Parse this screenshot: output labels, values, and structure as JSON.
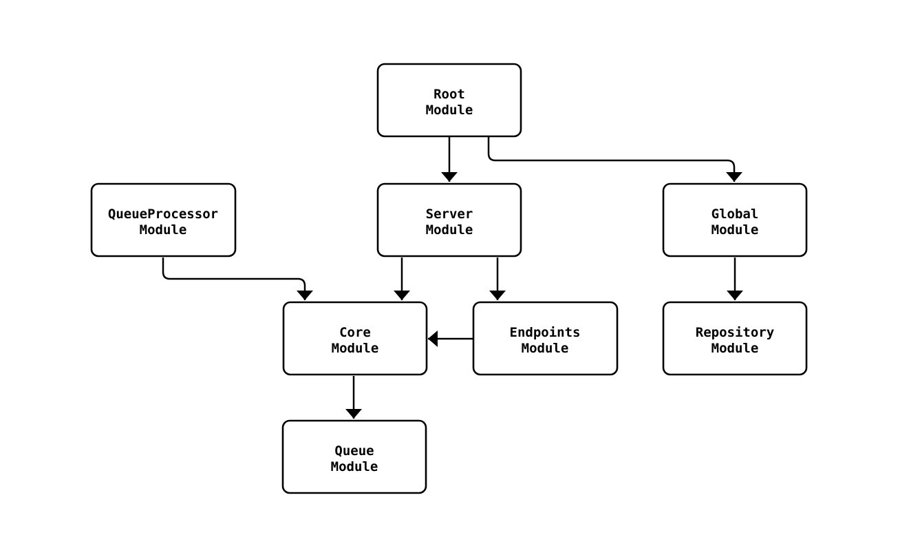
{
  "diagram": {
    "type": "flowchart",
    "background_color": "#ffffff",
    "node_fill_color": "#ffffff",
    "node_border_color": "#000000",
    "edge_color": "#000000",
    "text_color": "#000000",
    "nodes": {
      "root": {
        "line1": "Root",
        "line2": "Module"
      },
      "queue_processor": {
        "line1": "QueueProcessor",
        "line2": "Module"
      },
      "server": {
        "line1": "Server",
        "line2": "Module"
      },
      "global": {
        "line1": "Global",
        "line2": "Module"
      },
      "core": {
        "line1": "Core",
        "line2": "Module"
      },
      "endpoints": {
        "line1": "Endpoints",
        "line2": "Module"
      },
      "repository": {
        "line1": "Repository",
        "line2": "Module"
      },
      "queue": {
        "line1": "Queue",
        "line2": "Module"
      }
    },
    "edges": [
      {
        "from": "Root Module",
        "to": "Server Module"
      },
      {
        "from": "Root Module",
        "to": "Global Module"
      },
      {
        "from": "QueueProcessor Module",
        "to": "Core Module"
      },
      {
        "from": "Server Module",
        "to": "Core Module"
      },
      {
        "from": "Server Module",
        "to": "Endpoints Module"
      },
      {
        "from": "Endpoints Module",
        "to": "Core Module"
      },
      {
        "from": "Global Module",
        "to": "Repository Module"
      },
      {
        "from": "Core Module",
        "to": "Queue Module"
      }
    ]
  }
}
